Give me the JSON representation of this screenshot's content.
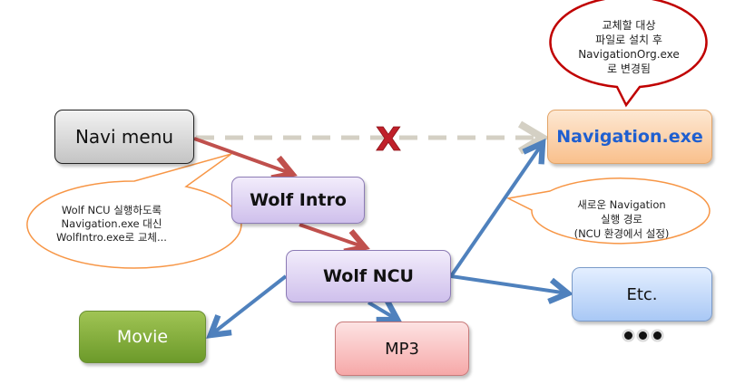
{
  "nodes": {
    "navi_menu": "Navi menu",
    "wolf_intro": "Wolf Intro",
    "wolf_ncu": "Wolf NCU",
    "navigation_exe": "Navigation.exe",
    "movie": "Movie",
    "mp3": "MP3",
    "etc": "Etc."
  },
  "callouts": {
    "top": [
      "교체할 대상",
      "파일로 설치 후",
      "NavigationOrg.exe",
      "로 변경됨"
    ],
    "left": [
      "Wolf NCU 실행하도록",
      "Navigation.exe  대신",
      "WolfIntro.exe로 교체..."
    ],
    "right": [
      "새로운 Navigation",
      "실행 경로",
      "(NCU 환경에서 설정)"
    ]
  },
  "blocked_mark": "X",
  "more_indicator": "ellipsis-dots",
  "colors": {
    "red_arrow": "#c0504d",
    "blue_arrow": "#4f81bd",
    "dashed_arrow": "#d4d0c4",
    "callout_red": "#c00000",
    "callout_orange": "#f79646",
    "x_mark": "#c0202a"
  }
}
